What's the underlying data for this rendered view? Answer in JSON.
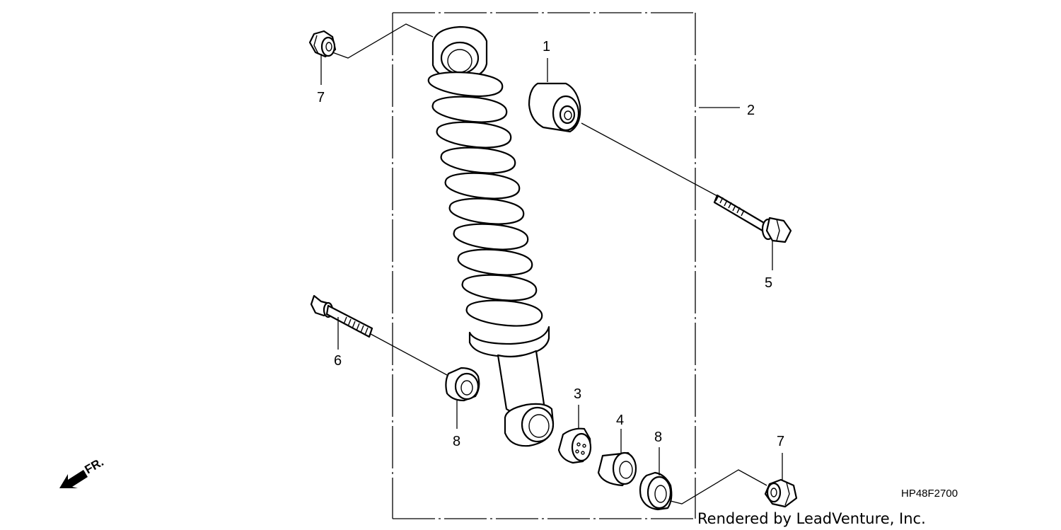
{
  "callouts": [
    {
      "key": "n1",
      "label": "1"
    },
    {
      "key": "n2",
      "label": "2"
    },
    {
      "key": "n3",
      "label": "3"
    },
    {
      "key": "n4",
      "label": "4"
    },
    {
      "key": "n5",
      "label": "5"
    },
    {
      "key": "n6",
      "label": "6"
    },
    {
      "key": "n7a",
      "label": "7"
    },
    {
      "key": "n7b",
      "label": "7"
    },
    {
      "key": "n8a",
      "label": "8"
    },
    {
      "key": "n8b",
      "label": "8"
    }
  ],
  "labels": {
    "n1": "1",
    "n2": "2",
    "n3": "3",
    "n4": "4",
    "n5": "5",
    "n6": "6",
    "n7a": "7",
    "n7b": "7",
    "n8a": "8",
    "n8b": "8"
  },
  "diagram_code": "HP48F2700",
  "credit": "Rendered by LeadVenture, Inc.",
  "direction": {
    "label": "FR.",
    "icon": "front-direction-arrow-icon"
  },
  "colors": {
    "line": "#000000",
    "background": "#ffffff"
  }
}
